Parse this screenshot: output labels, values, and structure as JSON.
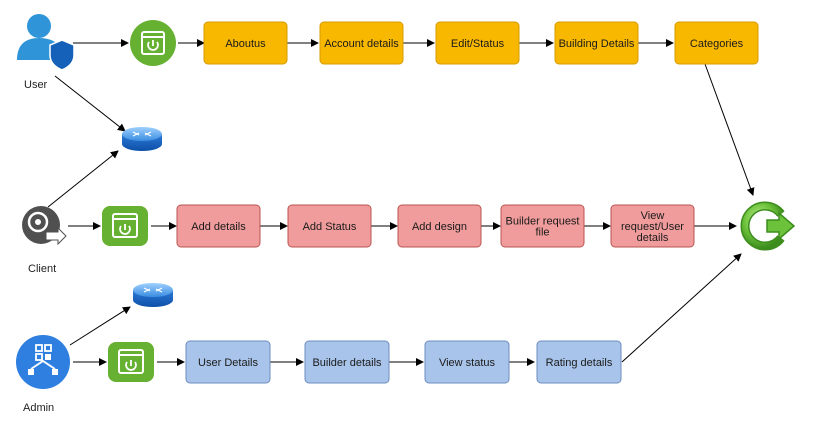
{
  "actors": {
    "user": {
      "label": "User",
      "icon": "user-shield-icon"
    },
    "client": {
      "label": "Client",
      "icon": "client-export-icon"
    },
    "admin": {
      "label": "Admin",
      "icon": "admin-network-icon"
    }
  },
  "user_flow": [
    "Aboutus",
    "Account details",
    "Edit/Status",
    "Building Details",
    "Categories"
  ],
  "client_flow": [
    [
      "Add details"
    ],
    [
      "Add Status"
    ],
    [
      "Add design"
    ],
    [
      "Builder request",
      "file"
    ],
    [
      "View",
      "request/User",
      "details"
    ]
  ],
  "admin_flow": [
    "User Details",
    "Builder details",
    "View status",
    "Rating details"
  ],
  "icons": {
    "login": "login-power-icon",
    "router": "router-icon",
    "end": "exit-arrow-icon"
  },
  "colors": {
    "orange_fill": "#f9b800",
    "orange_stroke": "#d79b00",
    "red_fill": "#f19c9c",
    "red_stroke": "#b85450",
    "blue_fill": "#a9c4ea",
    "blue_stroke": "#6c8ebf",
    "green": "#66b032",
    "edge": "#000000"
  }
}
